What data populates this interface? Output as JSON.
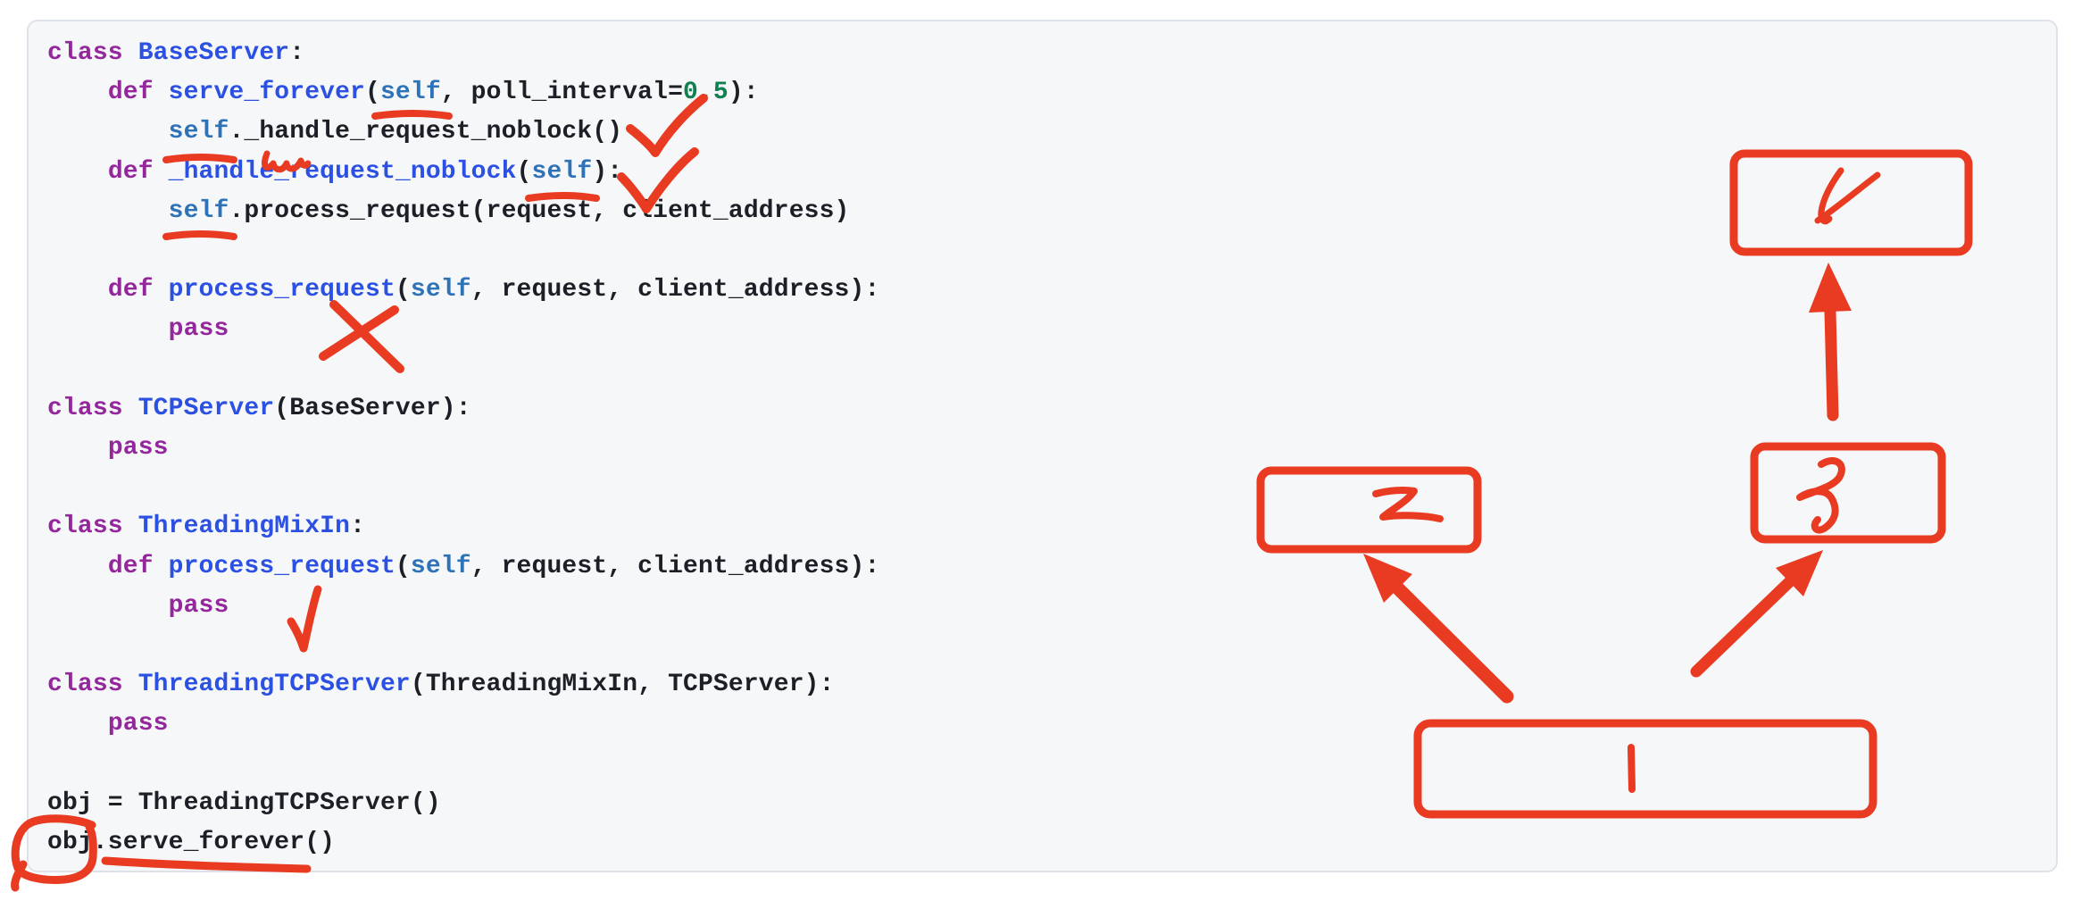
{
  "panel": {
    "background": "#f6f7f9",
    "border_color": "#dee3e9"
  },
  "code": {
    "text_color": "#1c2026",
    "keyword_color": "#93279b",
    "name_color": "#2b50e2",
    "self_color": "#2e72b8",
    "number_color": "#108050",
    "lines": [
      [
        [
          "kw",
          "class"
        ],
        [
          "p",
          " "
        ],
        [
          "fn",
          "BaseServer"
        ],
        [
          "p",
          ":"
        ]
      ],
      [
        [
          "p",
          "    "
        ],
        [
          "kw",
          "def"
        ],
        [
          "p",
          " "
        ],
        [
          "fn",
          "serve_forever"
        ],
        [
          "p",
          "("
        ],
        [
          "self",
          "self"
        ],
        [
          "p",
          ", poll_interval="
        ],
        [
          "num",
          "0.5"
        ],
        [
          "p",
          "):"
        ]
      ],
      [
        [
          "p",
          "        "
        ],
        [
          "self",
          "self"
        ],
        [
          "p",
          "._handle_request_noblock()"
        ]
      ],
      [
        [
          "p",
          "    "
        ],
        [
          "kw",
          "def"
        ],
        [
          "p",
          " "
        ],
        [
          "fn",
          "_handle_request_noblock"
        ],
        [
          "p",
          "("
        ],
        [
          "self",
          "self"
        ],
        [
          "p",
          "):"
        ]
      ],
      [
        [
          "p",
          "        "
        ],
        [
          "self",
          "self"
        ],
        [
          "p",
          ".process_request(request, client_address)"
        ]
      ],
      [],
      [
        [
          "p",
          "    "
        ],
        [
          "kw",
          "def"
        ],
        [
          "p",
          " "
        ],
        [
          "fn",
          "process_request"
        ],
        [
          "p",
          "("
        ],
        [
          "self",
          "self"
        ],
        [
          "p",
          ", request, client_address):"
        ]
      ],
      [
        [
          "p",
          "        "
        ],
        [
          "kw",
          "pass"
        ]
      ],
      [],
      [
        [
          "kw",
          "class"
        ],
        [
          "p",
          " "
        ],
        [
          "fn",
          "TCPServer"
        ],
        [
          "p",
          "(BaseServer):"
        ]
      ],
      [
        [
          "p",
          "    "
        ],
        [
          "kw",
          "pass"
        ]
      ],
      [],
      [
        [
          "kw",
          "class"
        ],
        [
          "p",
          " "
        ],
        [
          "fn",
          "ThreadingMixIn"
        ],
        [
          "p",
          ":"
        ]
      ],
      [
        [
          "p",
          "    "
        ],
        [
          "kw",
          "def"
        ],
        [
          "p",
          " "
        ],
        [
          "fn",
          "process_request"
        ],
        [
          "p",
          "("
        ],
        [
          "self",
          "self"
        ],
        [
          "p",
          ", request, client_address):"
        ]
      ],
      [
        [
          "p",
          "        "
        ],
        [
          "kw",
          "pass"
        ]
      ],
      [],
      [
        [
          "kw",
          "class"
        ],
        [
          "p",
          " "
        ],
        [
          "fn",
          "ThreadingTCPServer"
        ],
        [
          "p",
          "(ThreadingMixIn, TCPServer):"
        ]
      ],
      [
        [
          "p",
          "    "
        ],
        [
          "kw",
          "pass"
        ]
      ],
      [],
      [
        [
          "p",
          "obj = ThreadingTCPServer()"
        ]
      ],
      [
        [
          "p",
          "obj.serve_forever()"
        ]
      ]
    ]
  },
  "annotations": {
    "ink_color": "#e83b22",
    "boxes": [
      {
        "label": "1"
      },
      {
        "label": "2"
      },
      {
        "label": "3"
      },
      {
        "label": "4"
      }
    ]
  }
}
